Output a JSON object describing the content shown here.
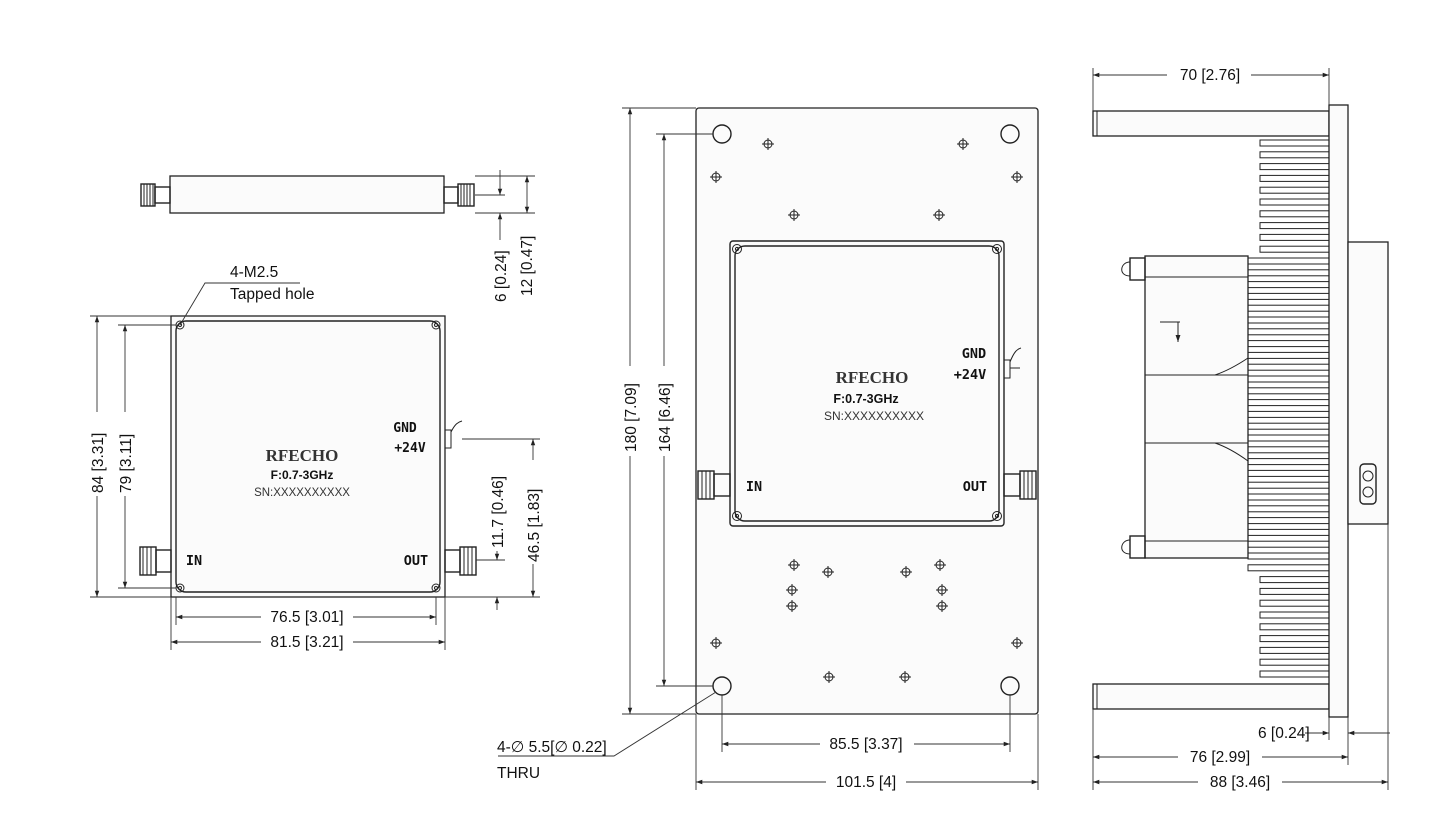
{
  "product": {
    "brand": "RFECHO",
    "frequency": "F:0.7-3GHz",
    "serial": "SN:XXXXXXXXXX",
    "port_in": "IN",
    "port_out": "OUT",
    "port_gnd": "GND",
    "port_power": "+24V"
  },
  "notes": {
    "tapped_hole_line1": "4-M2.5",
    "tapped_hole_line2": "Tapped hole",
    "thru_hole_line1": "4-∅ 5.5[∅ 0.22]",
    "thru_hole_line2": "THRU"
  },
  "dimensions": {
    "side_thickness": "6 [0.24]",
    "side_height": "12 [0.47]",
    "module_height_outer": "84 [3.31]",
    "module_height_holes": "79 [3.11]",
    "module_width_holes": "76.5 [3.01]",
    "module_width_outer": "81.5 [3.21]",
    "connector_offset": "11.7 [0.46]",
    "power_offset": "46.5 [1.83]",
    "plate_height_outer": "180 [7.09]",
    "plate_height_holes": "164 [6.46]",
    "plate_width_holes": "85.5 [3.37]",
    "plate_width_outer": "101.5 [4]",
    "heatsink_depth": "70 [2.76]",
    "base_thickness": "6 [0.24]",
    "depth_to_module": "76 [2.99]",
    "total_depth": "88 [3.46]"
  }
}
